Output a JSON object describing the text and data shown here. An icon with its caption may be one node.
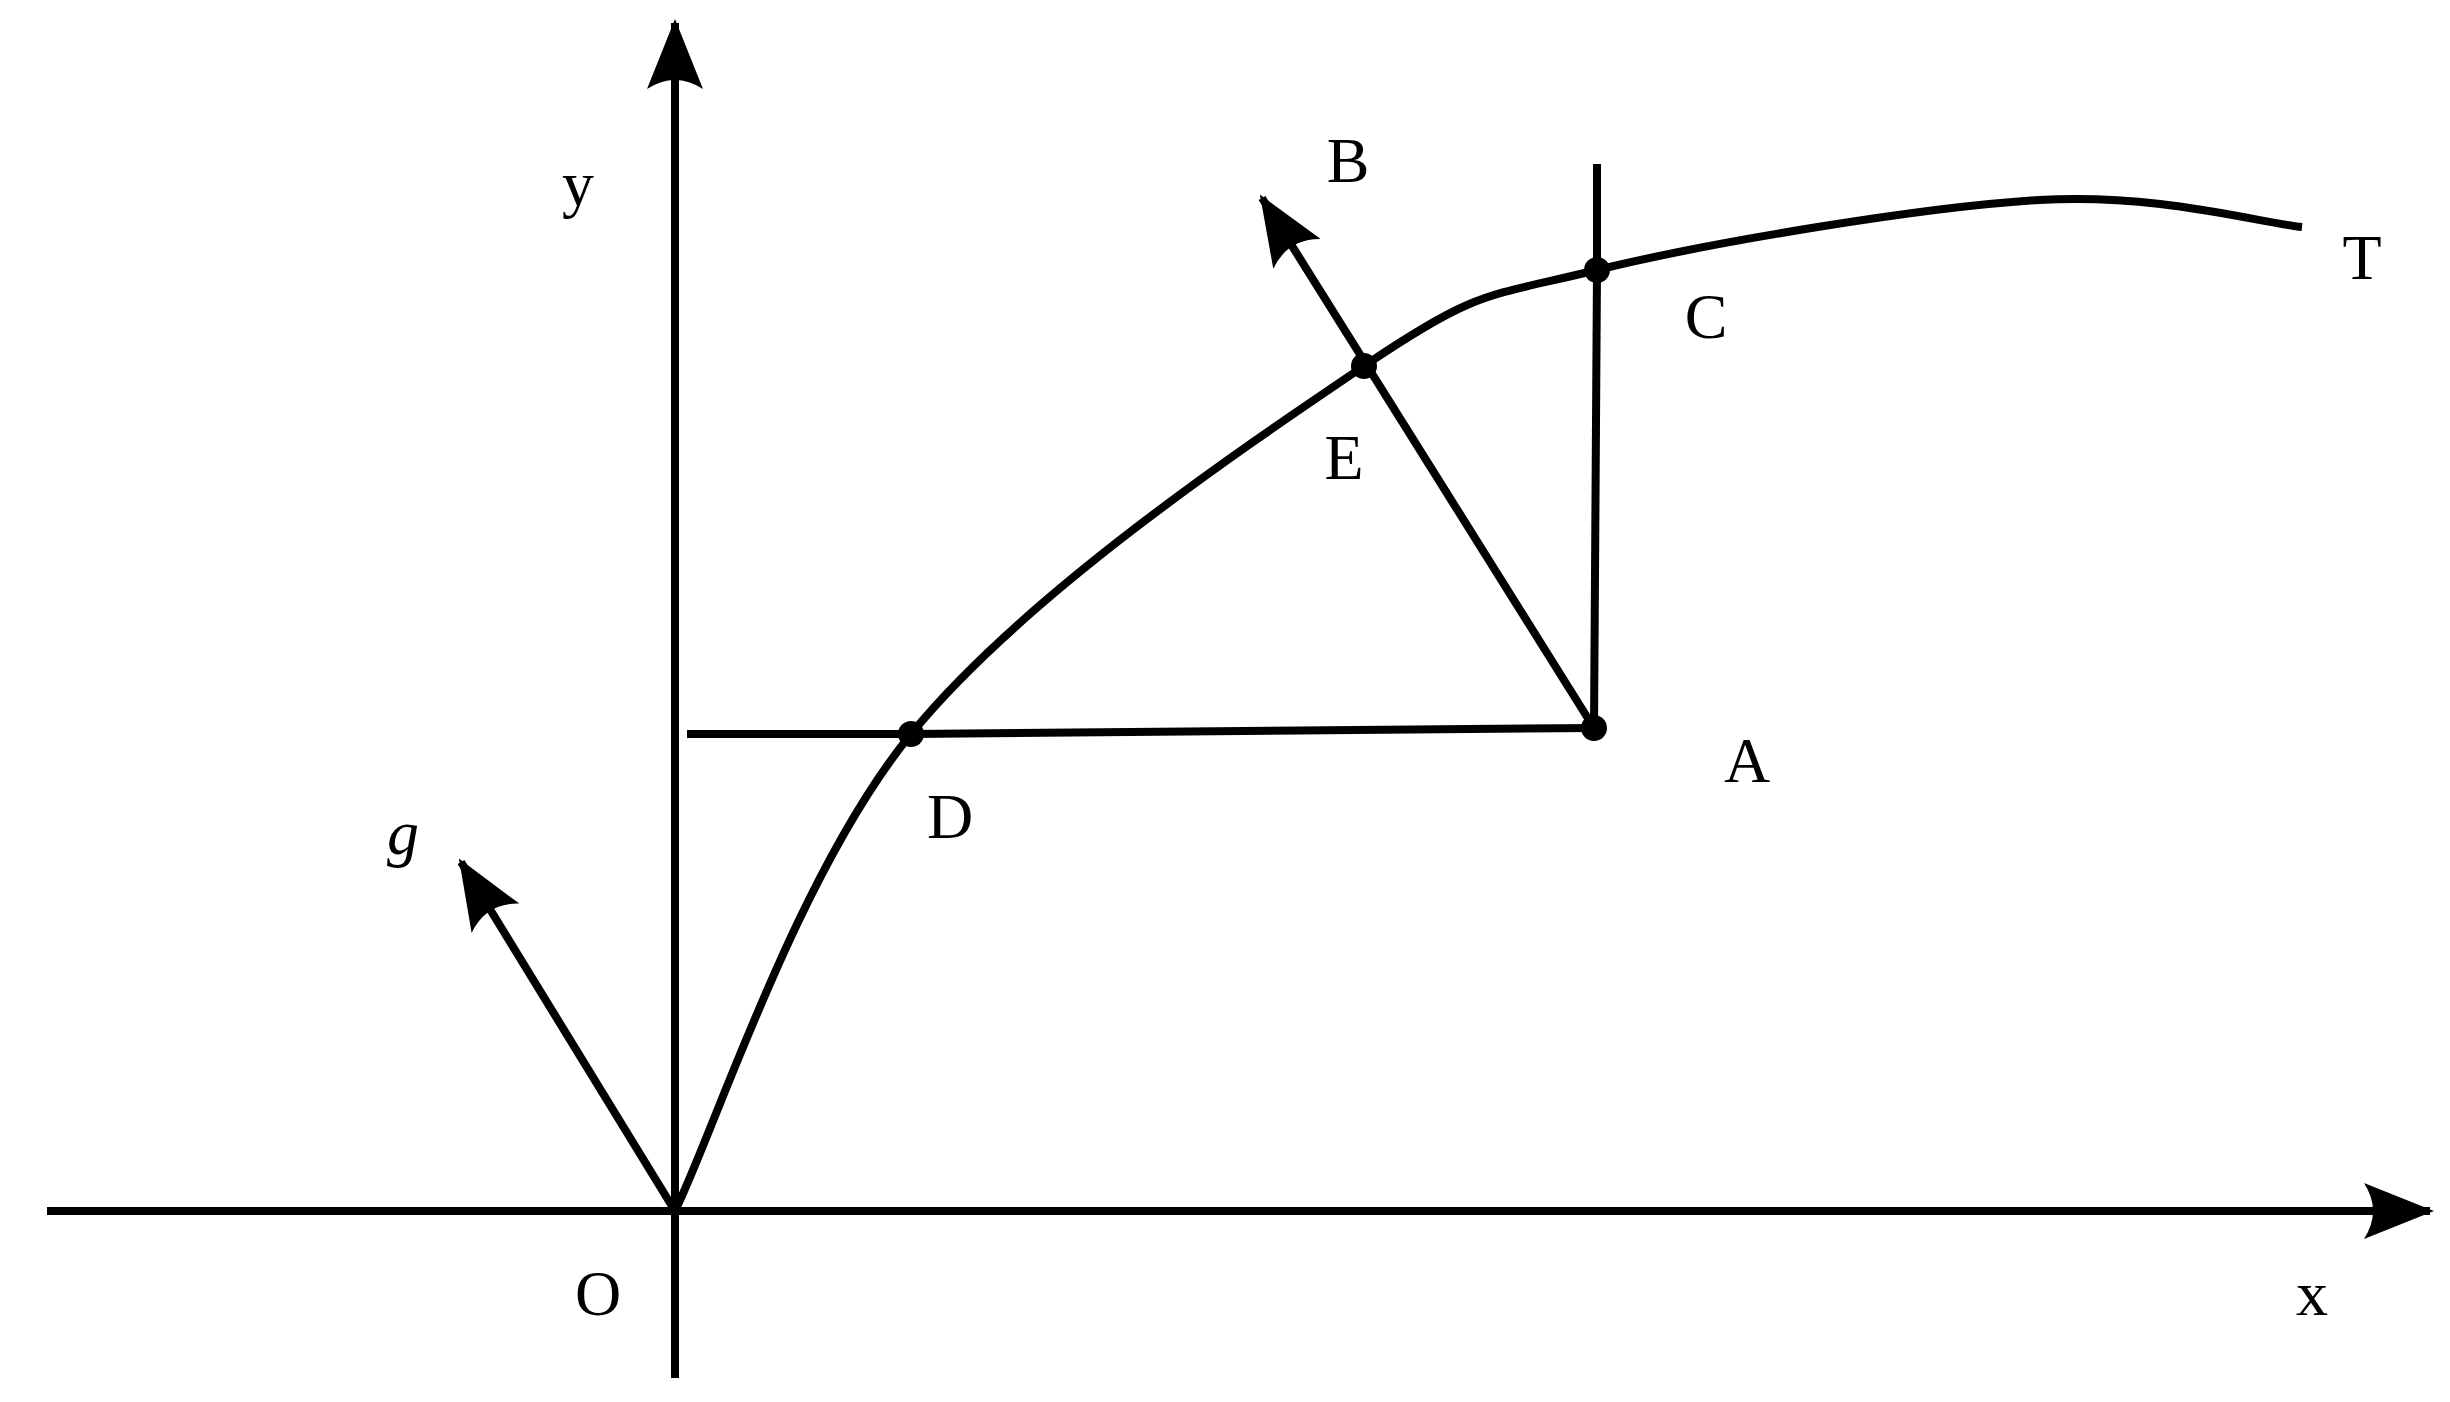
{
  "diagram": {
    "nodes": [
      {
        "text": [
          "B"
        ]
      },
      {
        "text": [
          "T"
        ]
      },
      {
        "text": [
          "C"
        ]
      },
      {
        "text": [
          "E"
        ]
      },
      {
        "text": [
          "A"
        ]
      },
      {
        "text": [
          "D"
        ]
      },
      {
        "text": [
          "g"
        ]
      },
      {
        "text": [
          "O"
        ]
      }
    ],
    "edges": [
      {
        "from": 4,
        "to": 0,
        "arrow": "to"
      },
      {
        "from": 4,
        "to": 2,
        "arrow": "none"
      },
      {
        "from": 4,
        "to": 5,
        "arrow": "none"
      },
      {
        "from": 7,
        "to": 6,
        "arrow": "to"
      },
      {
        "from": 7,
        "to": 5,
        "arrow": "none"
      },
      {
        "from": 5,
        "to": 3,
        "arrow": "none"
      },
      {
        "from": 3,
        "to": 2,
        "arrow": "none"
      },
      {
        "from": 2,
        "to": 1,
        "arrow": "none"
      }
    ],
    "labels": [
      "y",
      "x"
    ]
  }
}
